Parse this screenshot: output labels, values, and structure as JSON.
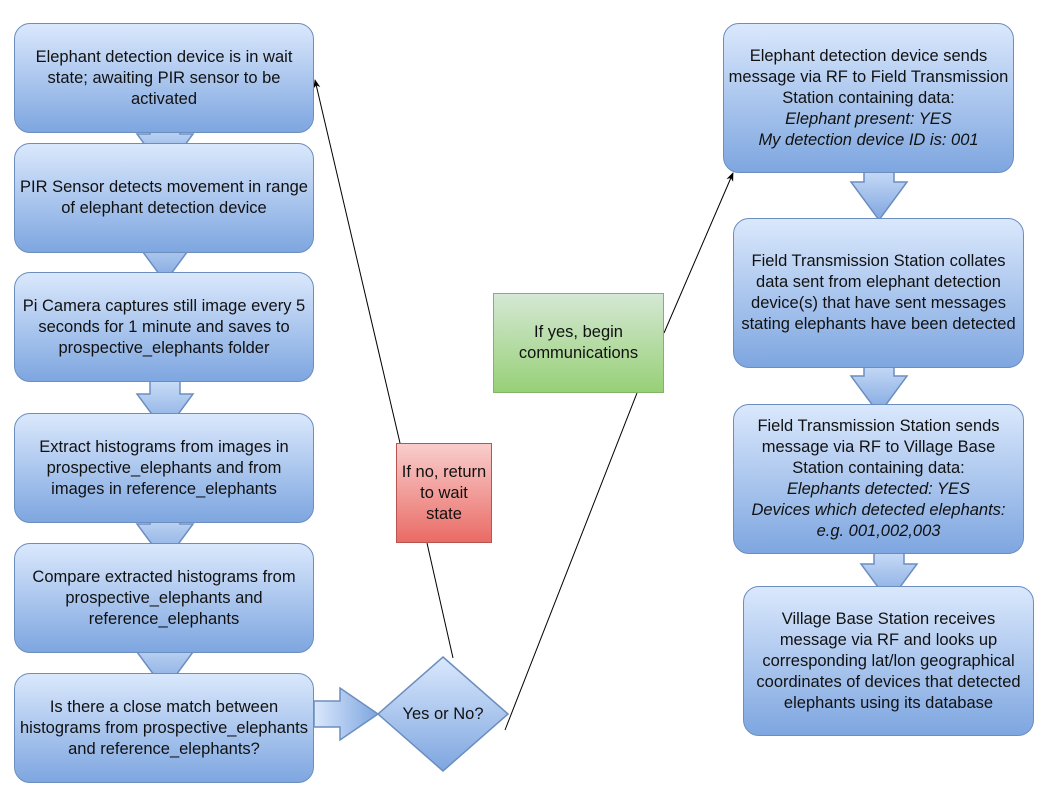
{
  "nodes": {
    "wait_state": "Elephant detection device is in wait state; awaiting PIR sensor to be activated",
    "pir_detects": "PIR Sensor detects movement in range of elephant detection device",
    "camera": "Pi Camera captures still image every 5 seconds for 1 minute and saves to prospective_elephants folder",
    "extract": "Extract histograms from images in prospective_elephants and from images in reference_elephants",
    "compare": "Compare extracted histograms from prospective_elephants and reference_elephants",
    "match_question": "Is there a close match between histograms from prospective_elephants and reference_elephants?",
    "decision": "Yes or No?",
    "if_no": "If no, return to wait state",
    "if_yes": "If yes, begin communications",
    "send_to_field": {
      "text": "Elephant detection device sends message via RF to Field Transmission Station containing data:",
      "line1": "Elephant present: YES",
      "line2": "My detection device ID is: 001"
    },
    "field_collates": "Field Transmission Station collates data sent from elephant detection device(s) that have sent messages stating elephants have been detected",
    "field_sends": {
      "text": "Field Transmission Station sends message via RF to Village Base Station containing data:",
      "line1": "Elephants detected: YES",
      "line2": "Devices which detected elephants:",
      "line3": "e.g. 001,002,003"
    },
    "village": "Village Base Station receives message via RF and looks up corresponding lat/lon geographical coordinates of devices that detected elephants using its database"
  },
  "colors": {
    "process_fill_top": "#dae8fc",
    "process_fill_bottom": "#7ea6e0",
    "process_stroke": "#6c8ebf",
    "yes_fill": "#97d077",
    "no_fill": "#ea6b66"
  }
}
